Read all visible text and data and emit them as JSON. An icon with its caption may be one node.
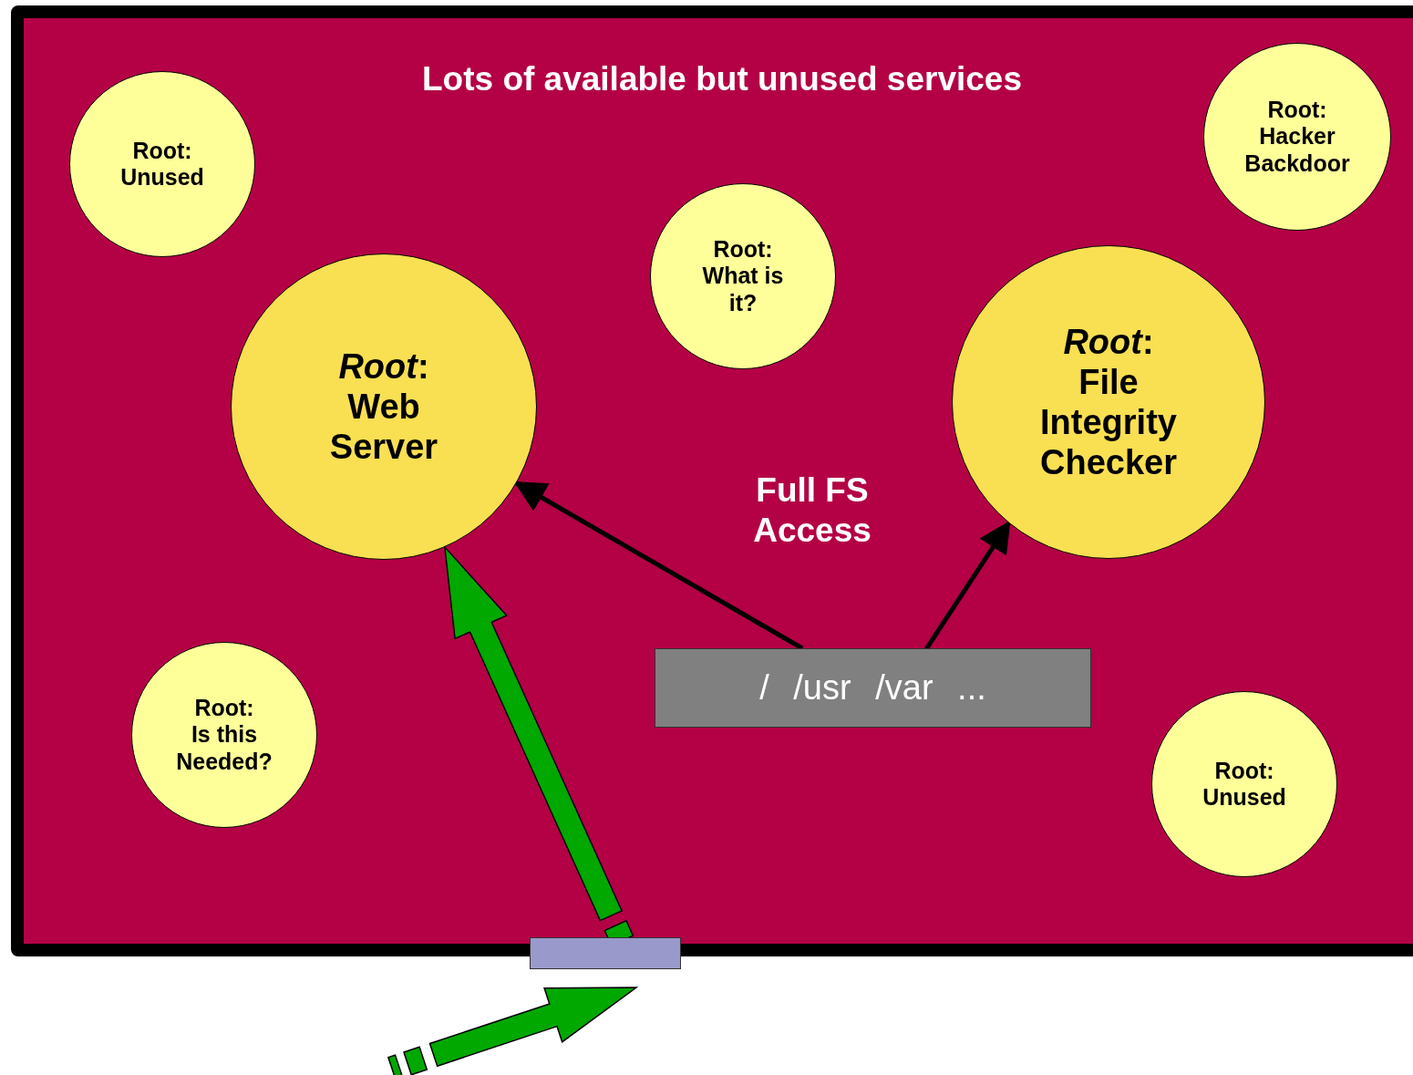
{
  "diagram": {
    "nodes": [
      {
        "text": [
          "Lots of available but unused services"
        ]
      },
      {
        "text": [
          "Root: Unused"
        ],
        "in": 0
      },
      {
        "text": [
          "*Root*: Web Server"
        ],
        "in": 0
      },
      {
        "text": [
          "Root: What is it?"
        ],
        "in": 0
      },
      {
        "text": [
          "*Root*: File Integrity Checker"
        ],
        "in": 0
      },
      {
        "text": [
          "Root: Hacker Backdoor"
        ],
        "in": 0
      },
      {
        "text": [
          "Root: Is this Needed?"
        ],
        "in": 0
      },
      {
        "text": [
          "/ /usr /var ..."
        ],
        "in": 0
      },
      {
        "text": [
          "Root: Unused"
        ],
        "in": 0
      },
      {
        "text": [],
        "shape": "box"
      }
    ],
    "edges": [
      {
        "from": 7,
        "to": 2,
        "arrow": "to"
      },
      {
        "from": 7,
        "to": 4,
        "arrow": "to"
      },
      {
        "from": 9,
        "to": 2,
        "arrow": "to",
        "style": "thick",
        "color": "#00a800"
      },
      {
        "from": null,
        "to": 9,
        "arrow": "to",
        "style": "thick",
        "color": "#00a800"
      }
    ],
    "labels": [
      "Full FS Access"
    ]
  }
}
